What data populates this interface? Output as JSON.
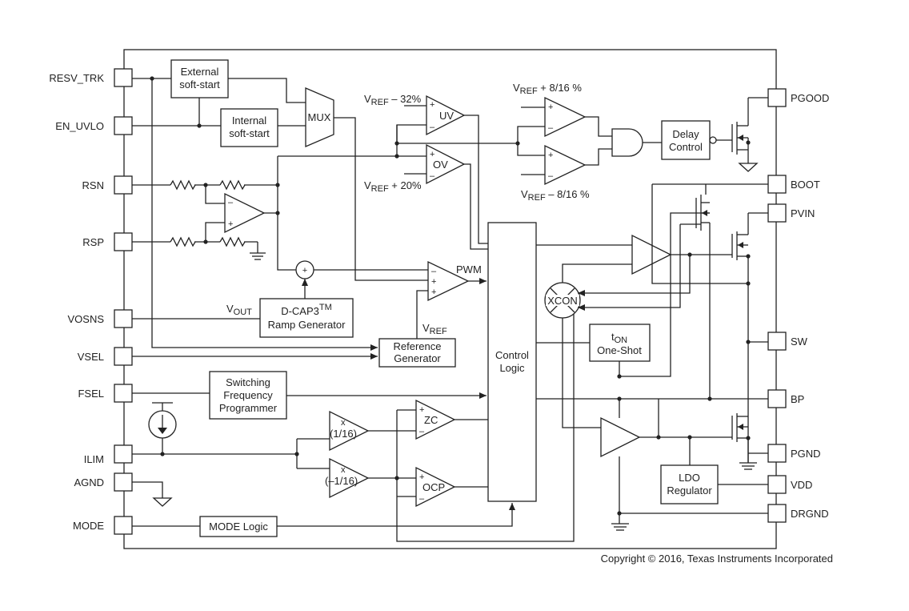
{
  "pins_left": [
    {
      "label": "RESV_TRK"
    },
    {
      "label": "EN_UVLO"
    },
    {
      "label": "RSN"
    },
    {
      "label": "RSP"
    },
    {
      "label": "VOSNS"
    },
    {
      "label": "VSEL"
    },
    {
      "label": "FSEL"
    },
    {
      "label": "ILIM"
    },
    {
      "label": "AGND"
    },
    {
      "label": "MODE"
    }
  ],
  "pins_right": [
    {
      "label": "PGOOD"
    },
    {
      "label": "BOOT"
    },
    {
      "label": "PVIN"
    },
    {
      "label": "SW"
    },
    {
      "label": "BP"
    },
    {
      "label": "PGND"
    },
    {
      "label": "VDD"
    },
    {
      "label": "DRGND"
    }
  ],
  "blocks": {
    "ext_ss": {
      "line1": "External",
      "line2": "soft-start"
    },
    "int_ss": {
      "line1": "Internal",
      "line2": "soft-start"
    },
    "mux": "MUX",
    "ramp": {
      "line1": "D-CAP3",
      "tm": "TM",
      "line2": "Ramp Generator"
    },
    "ref": {
      "line1": "Reference",
      "line2": "Generator"
    },
    "sw_freq": {
      "line1": "Switching",
      "line2": "Frequency",
      "line3": "Programmer"
    },
    "mode_logic": "MODE Logic",
    "control": {
      "line1": "Control",
      "line2": "Logic"
    },
    "delay": {
      "line1": "Delay",
      "line2": "Control"
    },
    "ton": {
      "t": "t",
      "sub": "ON",
      "line2": "One-Shot"
    },
    "ldo": {
      "line1": "LDO",
      "line2": "Regulator"
    },
    "xcon": "XCON"
  },
  "comparators": {
    "uv": "UV",
    "ov": "OV",
    "pwm": "PWM",
    "zc": "ZC",
    "ocp": "OCP"
  },
  "labels": {
    "vref_uv": {
      "v": "V",
      "sub": "REF",
      "rest": " – 32%"
    },
    "vref_ov": {
      "v": "V",
      "sub": "REF",
      "rest": " + 20%"
    },
    "vref_pg_hi": {
      "v": "V",
      "sub": "REF",
      "rest": " + 8/16 %"
    },
    "vref_pg_lo": {
      "v": "V",
      "sub": "REF",
      "rest": " – 8/16 %"
    },
    "vout": {
      "v": "V",
      "sub": "OUT"
    },
    "vref_ref": {
      "v": "V",
      "sub": "REF"
    },
    "gain_pos": {
      "x": "x",
      "v": "(1/16)"
    },
    "gain_neg": {
      "x": "x",
      "v": "(–1/16)"
    },
    "plus": "+",
    "minus": "–",
    "sum": "+"
  },
  "copyright": "Copyright © 2016, Texas Instruments Incorporated"
}
